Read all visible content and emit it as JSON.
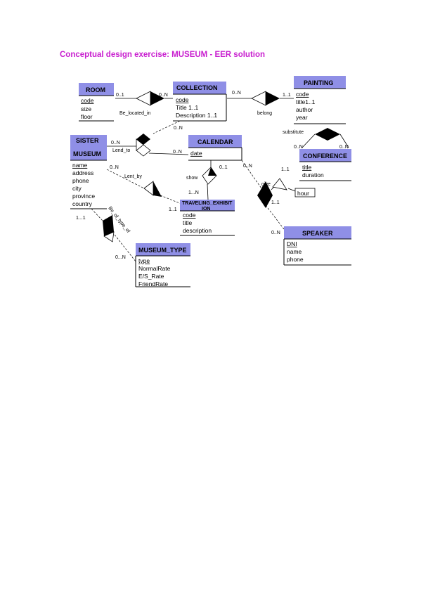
{
  "title": "Conceptual design exercise: MUSEUM - EER solution",
  "entities": {
    "room": {
      "name": "ROOM",
      "attrs": [
        {
          "text": "code",
          "key": true
        },
        {
          "text": "size"
        },
        {
          "text": "floor"
        }
      ]
    },
    "collection": {
      "name": "COLLECTION",
      "attrs": [
        {
          "text": "code",
          "key": true
        },
        {
          "text": "Title 1..1"
        },
        {
          "text": "Description 1..1"
        }
      ]
    },
    "painting": {
      "name": "PAINTING",
      "attrs": [
        {
          "text": "code",
          "key": true
        },
        {
          "text": "title1..1"
        },
        {
          "text": "author"
        },
        {
          "text": "year"
        }
      ]
    },
    "sister_museum": {
      "name_line1": "SISTER",
      "name_line2": "MUSEUM",
      "attrs": [
        {
          "text": "name",
          "key": true
        },
        {
          "text": "address"
        },
        {
          "text": "phone"
        },
        {
          "text": "city"
        },
        {
          "text": "province"
        },
        {
          "text": "country"
        }
      ]
    },
    "calendar": {
      "name": "CALENDAR",
      "attrs": [
        {
          "text": "date",
          "key": true
        }
      ]
    },
    "conference": {
      "name": "CONFERENCE",
      "attrs": [
        {
          "text": "title",
          "key": true
        },
        {
          "text": "duration"
        }
      ]
    },
    "traveling": {
      "name_line1": "TRAVELING_EXHIBIT",
      "name_line2": "ION",
      "attrs": [
        {
          "text": "code",
          "key": true
        },
        {
          "text": "title"
        },
        {
          "text": "description"
        }
      ]
    },
    "speaker": {
      "name": "SPEAKER",
      "attrs": [
        {
          "text": "DNI",
          "key": true
        },
        {
          "text": "name"
        },
        {
          "text": "phone"
        }
      ]
    },
    "museum_type": {
      "name": "MUSEUM_TYPE",
      "attrs": [
        {
          "text": "type",
          "key": true
        },
        {
          "text": "NormalRate"
        },
        {
          "text": "E/S_Rate"
        },
        {
          "text": "FriendRate"
        }
      ]
    }
  },
  "relationships": {
    "be_located_in": "Be_located_in",
    "belong": "belong",
    "lend_to": "Lend_to",
    "lent_by": "Lent_by",
    "show": "show",
    "substitute": "substitute",
    "give": "give",
    "be_of_type_of": "Be_of_type_of",
    "hour": "hour"
  },
  "cardinalities": {
    "room_loc": "0..1",
    "coll_loc": "0..N",
    "coll_belong": "0..N",
    "paint_belong": "1..1",
    "coll_lend": "0..N",
    "sister_lend": "0..N",
    "cal_lend": "0..N",
    "sister_lentby": "0..N",
    "trav_lentby": "1..1",
    "cal_show": "0..1",
    "trav_show": "1...N",
    "cal_give": "0..N",
    "conf_give": "1..1",
    "spk_give1": "1..1",
    "spk_give2": "0..N",
    "sub_left": "0..N",
    "sub_right": "0..N",
    "sister_type": "1...1",
    "type_type": "0...N"
  }
}
